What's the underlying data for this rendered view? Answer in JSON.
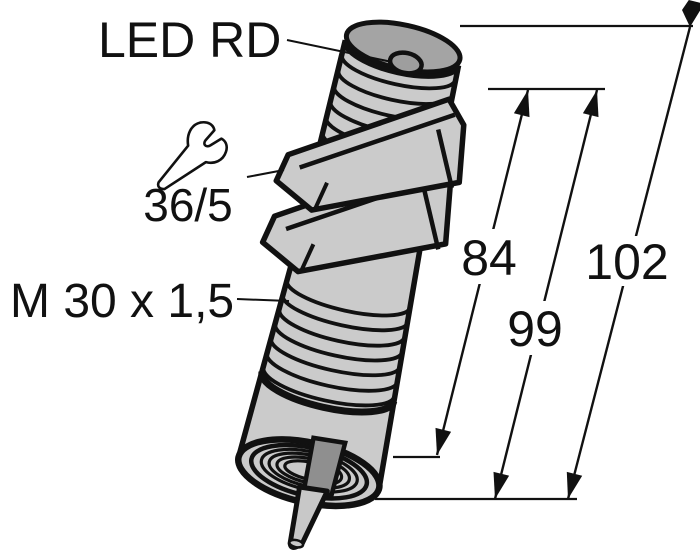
{
  "drawing": {
    "type": "technical-dimension-drawing",
    "subject": "threaded cylindrical proximity sensor with cable",
    "labels": {
      "led": "LED RD",
      "wrench_size": "36/5",
      "thread_spec": "M 30 x 1,5"
    },
    "dimensions": {
      "dim_84": "84",
      "dim_99": "99",
      "dim_102": "102"
    },
    "icons": [
      "wrench-icon"
    ],
    "colors": {
      "background": "#ffffff",
      "outline": "#111111",
      "body_gray": "#cbcbcb",
      "top_face_gray": "#a4a4a4",
      "led_gray": "#9e9e9e",
      "cable_boot_gray": "#8f8f8f",
      "cable_gray": "#c8c8c8"
    }
  }
}
